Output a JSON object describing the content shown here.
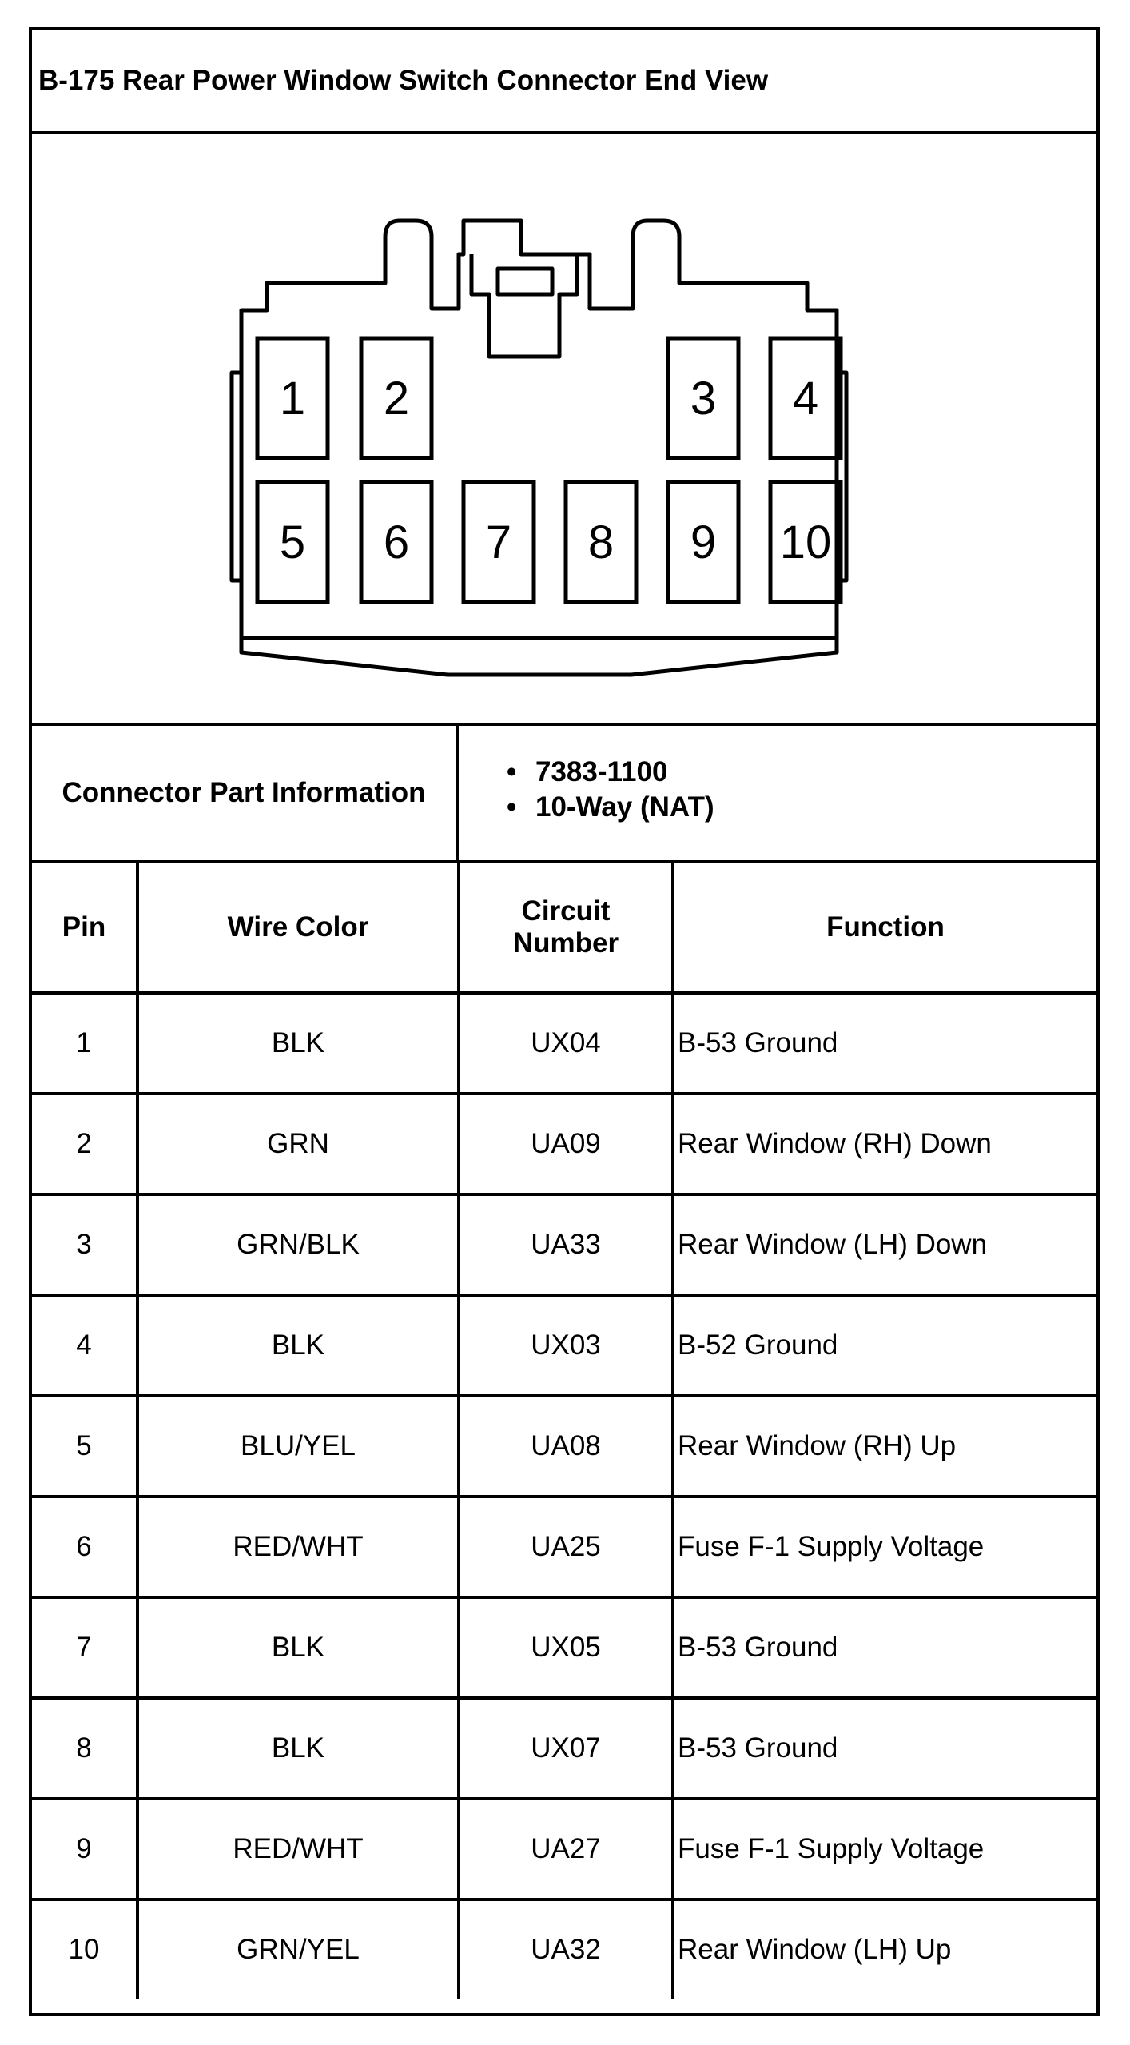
{
  "title": "B-175 Rear Power Window Switch Connector End View",
  "connector_diagram": {
    "top_row": [
      "1",
      "2",
      "3",
      "4"
    ],
    "bottom_row": [
      "5",
      "6",
      "7",
      "8",
      "9",
      "10"
    ]
  },
  "part_info": {
    "label": "Connector Part Information",
    "items": [
      "7383-1100",
      "10-Way (NAT)"
    ]
  },
  "table": {
    "headers": {
      "pin": "Pin",
      "wire_color": "Wire Color",
      "circuit_line1": "Circuit",
      "circuit_line2": "Number",
      "function": "Function"
    },
    "rows": [
      {
        "pin": "1",
        "wire_color": "BLK",
        "circuit": "UX04",
        "function": "B-53 Ground"
      },
      {
        "pin": "2",
        "wire_color": "GRN",
        "circuit": "UA09",
        "function": "Rear Window (RH) Down"
      },
      {
        "pin": "3",
        "wire_color": "GRN/BLK",
        "circuit": "UA33",
        "function": "Rear Window (LH) Down"
      },
      {
        "pin": "4",
        "wire_color": "BLK",
        "circuit": "UX03",
        "function": "B-52 Ground"
      },
      {
        "pin": "5",
        "wire_color": "BLU/YEL",
        "circuit": "UA08",
        "function": "Rear Window (RH) Up"
      },
      {
        "pin": "6",
        "wire_color": "RED/WHT",
        "circuit": "UA25",
        "function": "Fuse F-1 Supply Voltage"
      },
      {
        "pin": "7",
        "wire_color": "BLK",
        "circuit": "UX05",
        "function": "B-53 Ground"
      },
      {
        "pin": "8",
        "wire_color": "BLK",
        "circuit": "UX07",
        "function": "B-53 Ground"
      },
      {
        "pin": "9",
        "wire_color": "RED/WHT",
        "circuit": "UA27",
        "function": "Fuse F-1 Supply Voltage"
      },
      {
        "pin": "10",
        "wire_color": "GRN/YEL",
        "circuit": "UA32",
        "function": "Rear Window (LH) Up"
      }
    ]
  }
}
